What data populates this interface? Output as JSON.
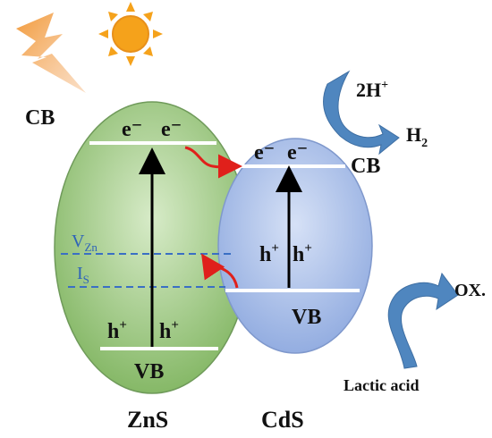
{
  "labels": {
    "zns_cb": "CB",
    "zns_vb": "VB",
    "cds_cb": "CB",
    "cds_vb": "VB",
    "zns_name": "ZnS",
    "cds_name": "CdS",
    "electron": "e⁻",
    "hole_base": "h",
    "hole_sup": "+",
    "v_zn_base": "V",
    "v_zn_sub": "Zn",
    "i_s_base": "I",
    "i_s_sub": "S",
    "reductant_base": "2H",
    "reductant_sup": "+",
    "product_base": "H",
    "product_sub": "2",
    "oxidized": "OX.",
    "sacrificial": "Lactic acid"
  },
  "colors": {
    "zns_fill": "#93c47d",
    "cds_fill": "#9fb7e6",
    "transfer_arrow": "#e0201b",
    "process_arrow": "#4f86bf",
    "defect_line": "#3a6fc4",
    "sun": "#f5a21b",
    "lightning": "#f08a2a"
  },
  "icons": [
    "sun-icon",
    "lightning-icon"
  ]
}
